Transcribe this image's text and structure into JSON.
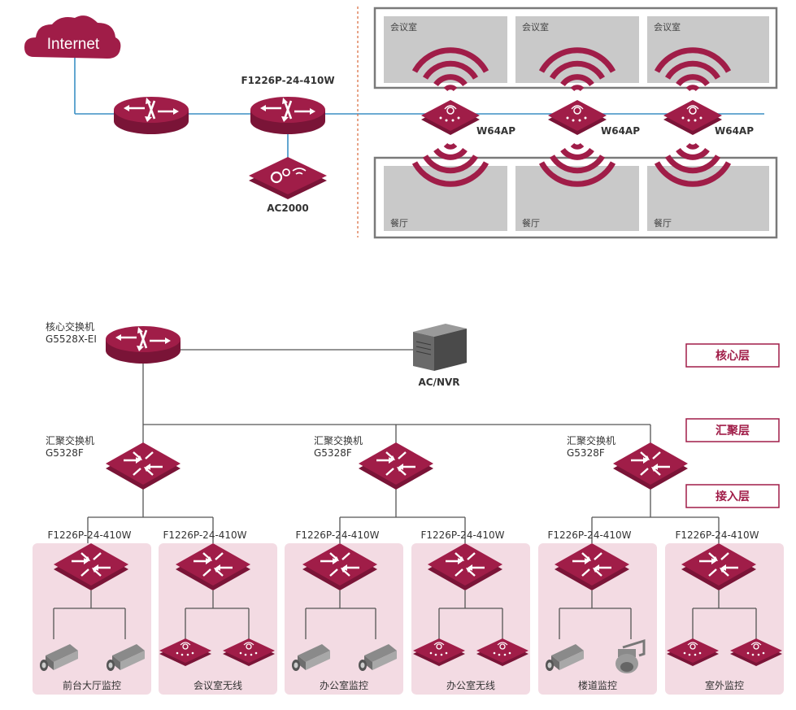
{
  "colors": {
    "accent": "#a01d48",
    "accent_dark": "#7a1437",
    "line_blue": "#3b8fc4",
    "line_gray": "#555555",
    "room_gray": "#c9c9c9",
    "zone_pink": "#f3dbe3"
  },
  "top": {
    "internet": "Internet",
    "edge_switch": "F1226P-24-410W",
    "controller": "AC2000",
    "ap_model": "W64AP",
    "meeting_room": "会议室",
    "dining_room": "餐厅"
  },
  "bottom": {
    "core_switch": {
      "label": "核心交换机",
      "model": "G5528X-EI"
    },
    "server": "AC/NVR",
    "layers": {
      "core": "核心层",
      "aggregation": "汇聚层",
      "access": "接入层"
    },
    "aggregation_switch": {
      "label": "汇聚交换机",
      "model": "G5328F"
    },
    "access_model": "F1226P-24-410W",
    "zones": [
      "前台大厅监控",
      "会议室无线",
      "办公室监控",
      "办公室无线",
      "楼道监控",
      "室外监控"
    ]
  }
}
